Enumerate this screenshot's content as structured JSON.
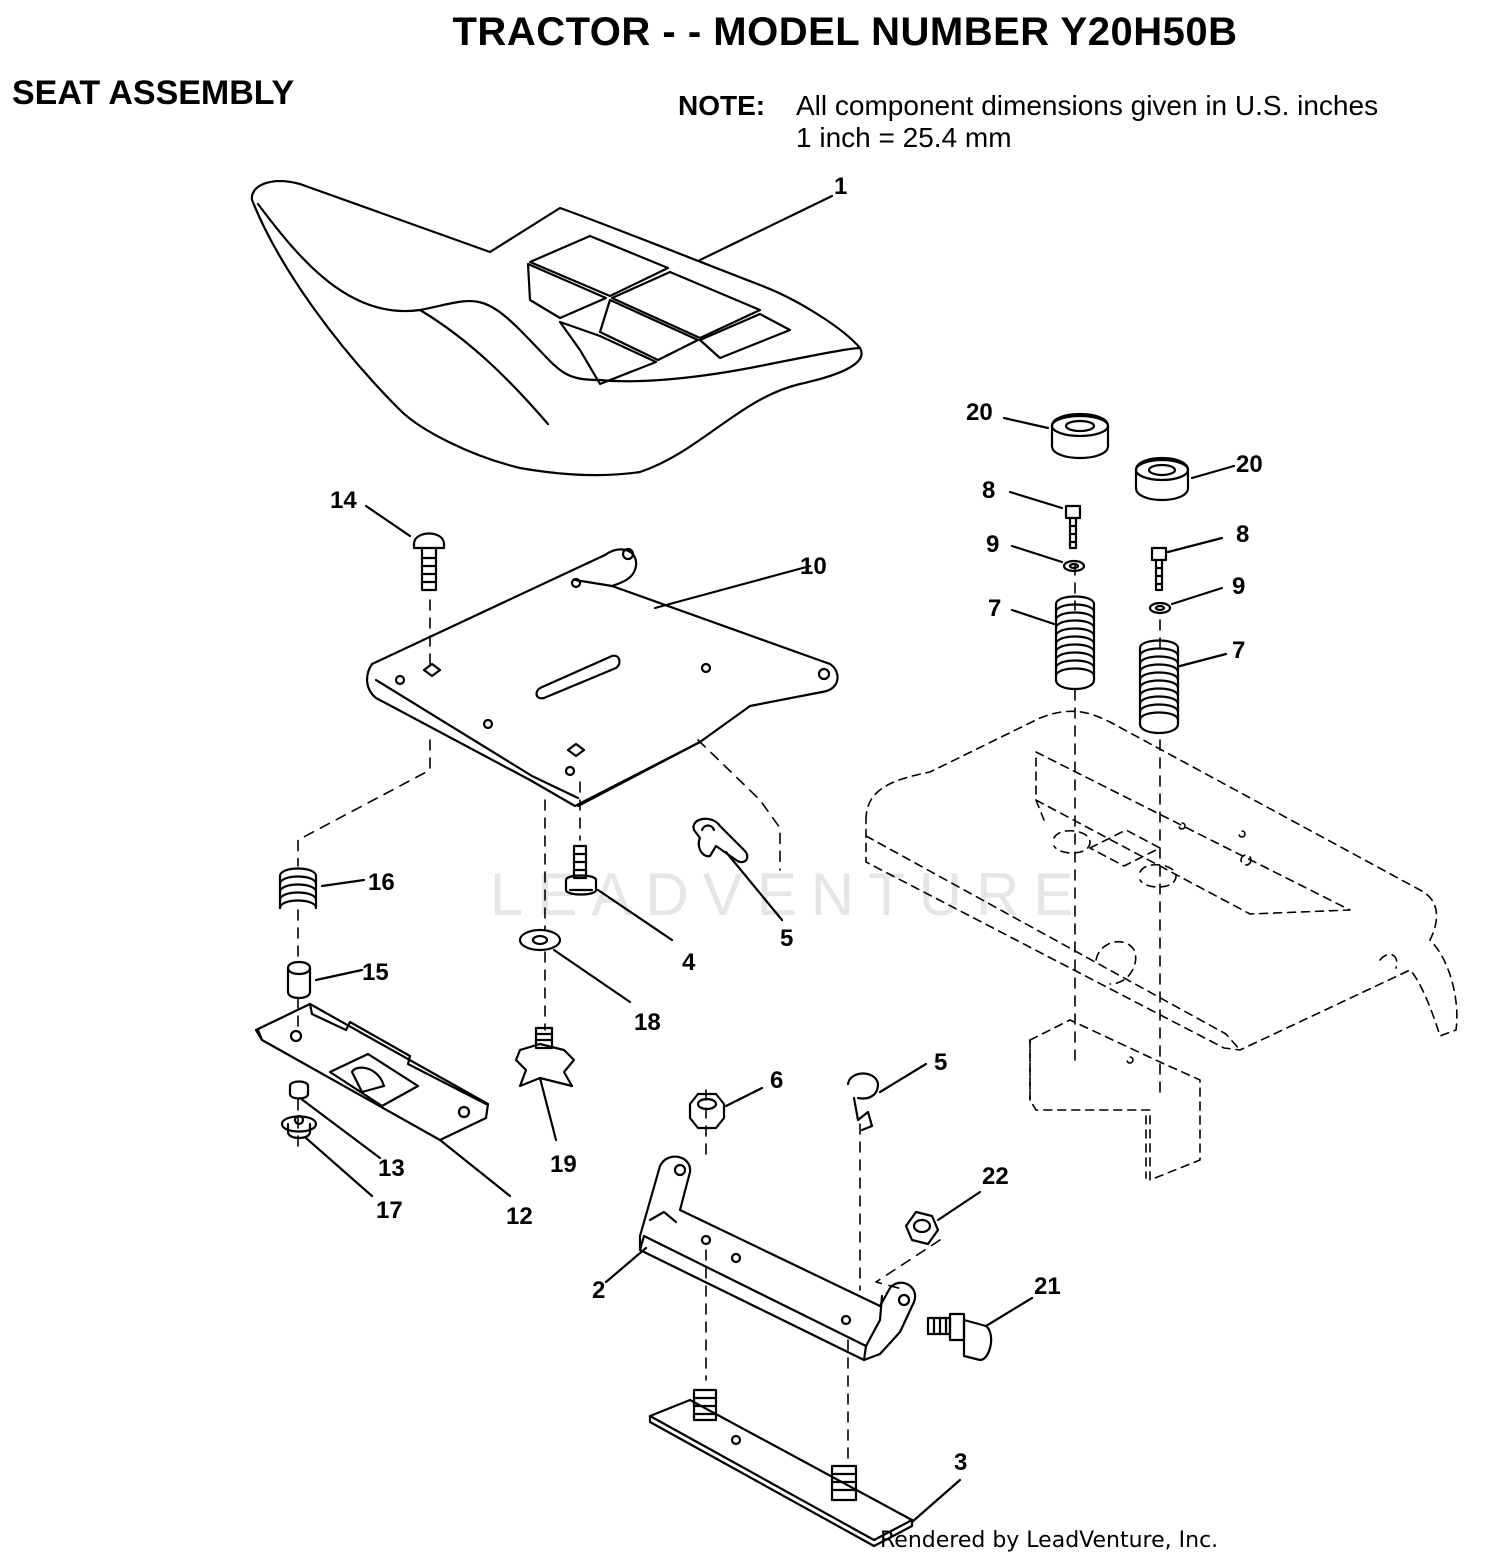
{
  "header": {
    "title": "TRACTOR - - MODEL NUMBER Y20H50B",
    "section": "SEAT ASSEMBLY",
    "note_label": "NOTE:",
    "note_line1": "All component dimensions given in U.S. inches",
    "note_line2": "1 inch = 25.4 mm"
  },
  "watermark": "LEADVENTURE",
  "footer": {
    "credit": "Rendered by LeadVenture, Inc."
  },
  "callouts": {
    "c1": "1",
    "c2": "2",
    "c3": "3",
    "c4": "4",
    "c5a": "5",
    "c5b": "5",
    "c6": "6",
    "c7a": "7",
    "c7b": "7",
    "c8a": "8",
    "c8b": "8",
    "c9a": "9",
    "c9b": "9",
    "c10": "10",
    "c12": "12",
    "c13": "13",
    "c14": "14",
    "c15": "15",
    "c16": "16",
    "c17": "17",
    "c18": "18",
    "c19": "19",
    "c20a": "20",
    "c20b": "20",
    "c21": "21",
    "c22": "22"
  }
}
